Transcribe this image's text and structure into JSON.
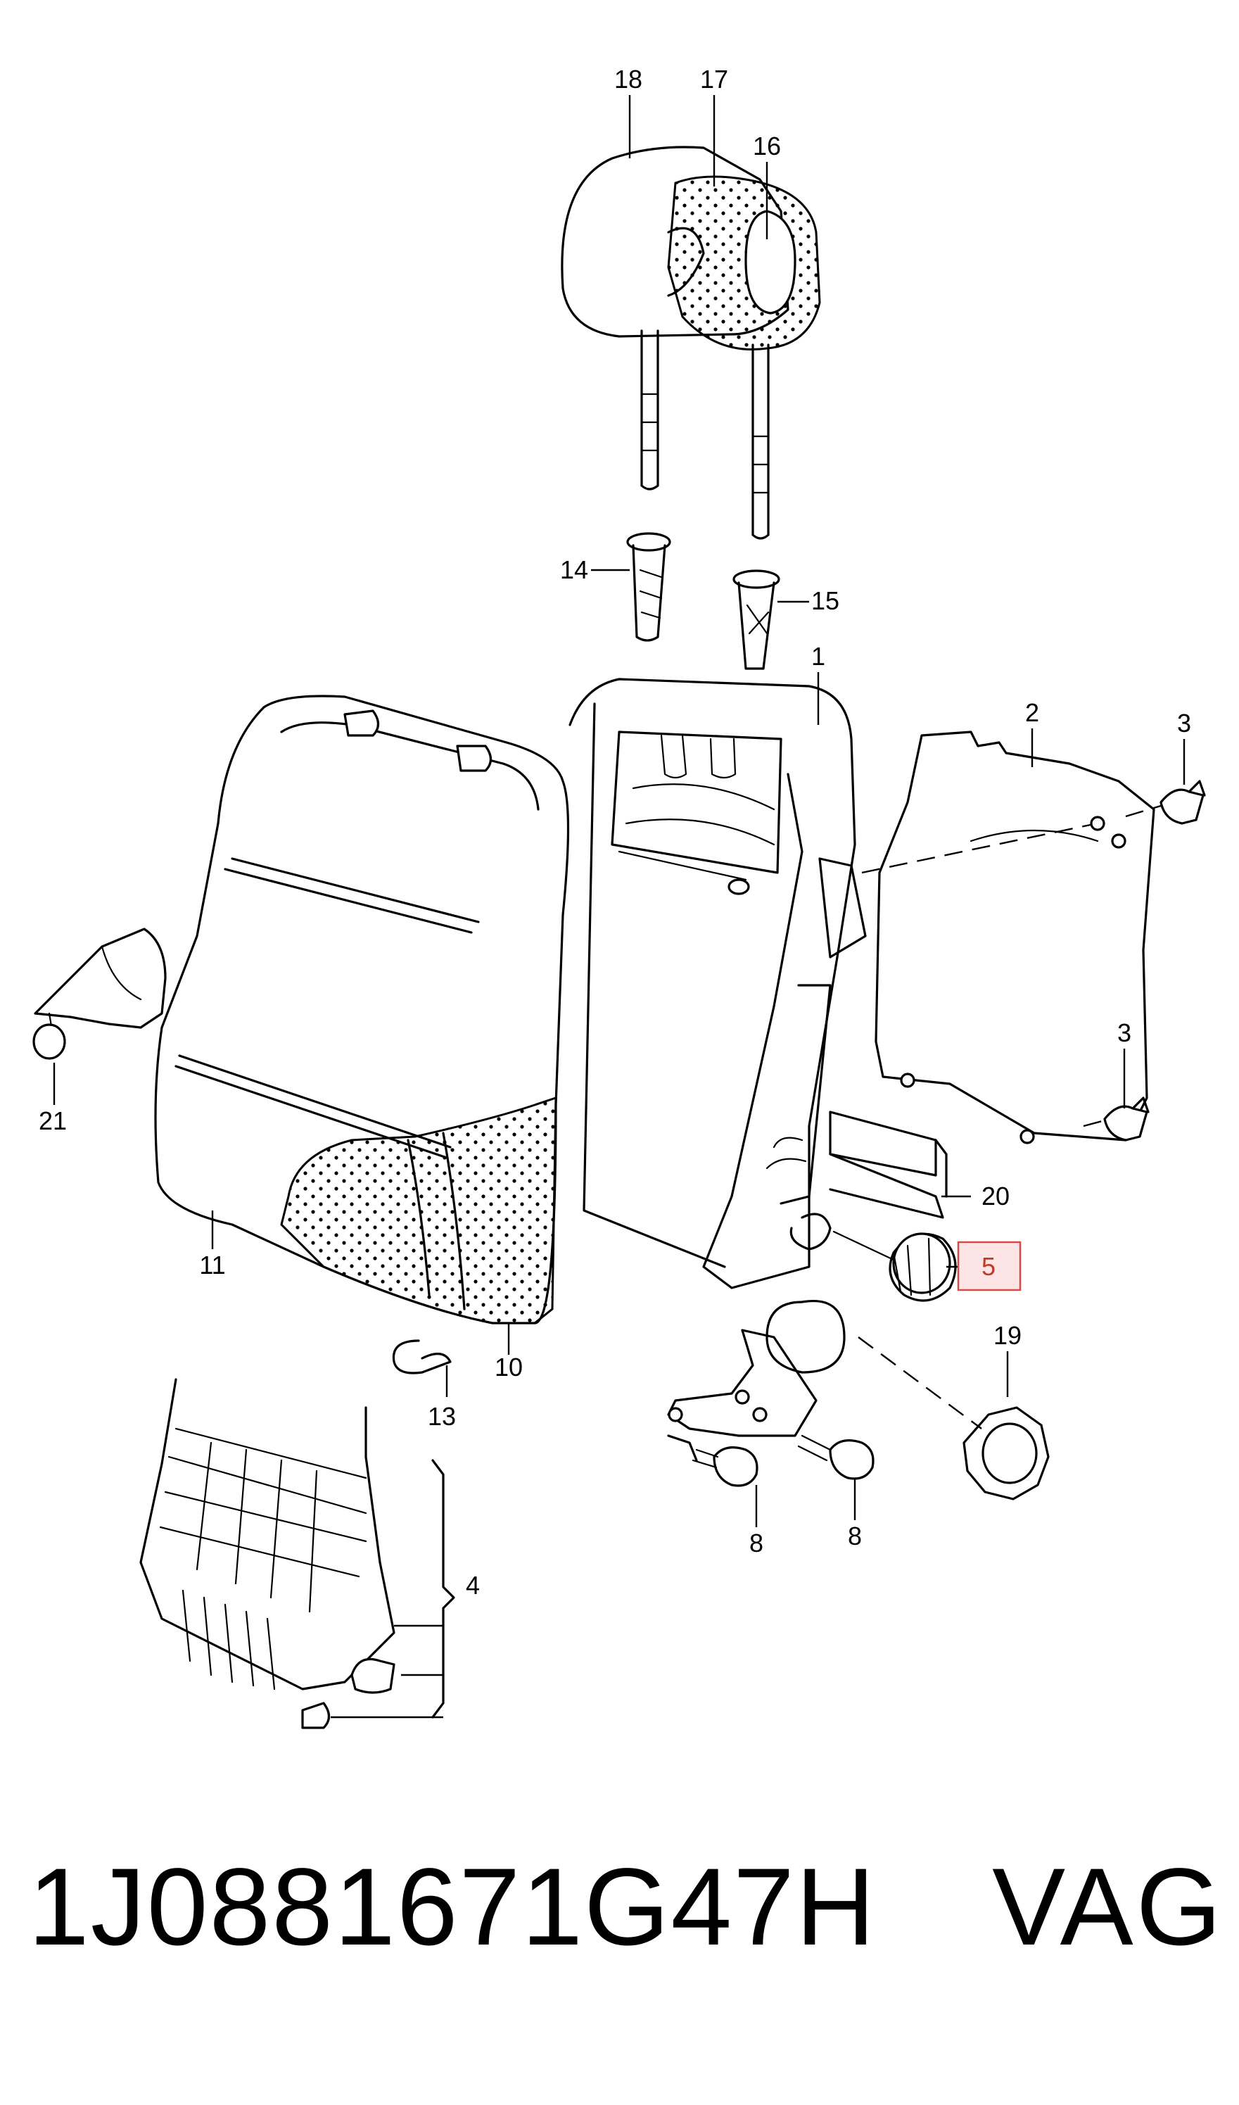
{
  "diagram": {
    "callouts": [
      "1",
      "2",
      "3",
      "3",
      "4",
      "5",
      "8",
      "8",
      "10",
      "11",
      "13",
      "14",
      "15",
      "16",
      "17",
      "18",
      "19",
      "20",
      "21"
    ],
    "highlighted_callout": "5",
    "highlight_color": "#d64a4a"
  },
  "footer": {
    "part_number": "1J0881671G47H",
    "brand": "VAG"
  }
}
